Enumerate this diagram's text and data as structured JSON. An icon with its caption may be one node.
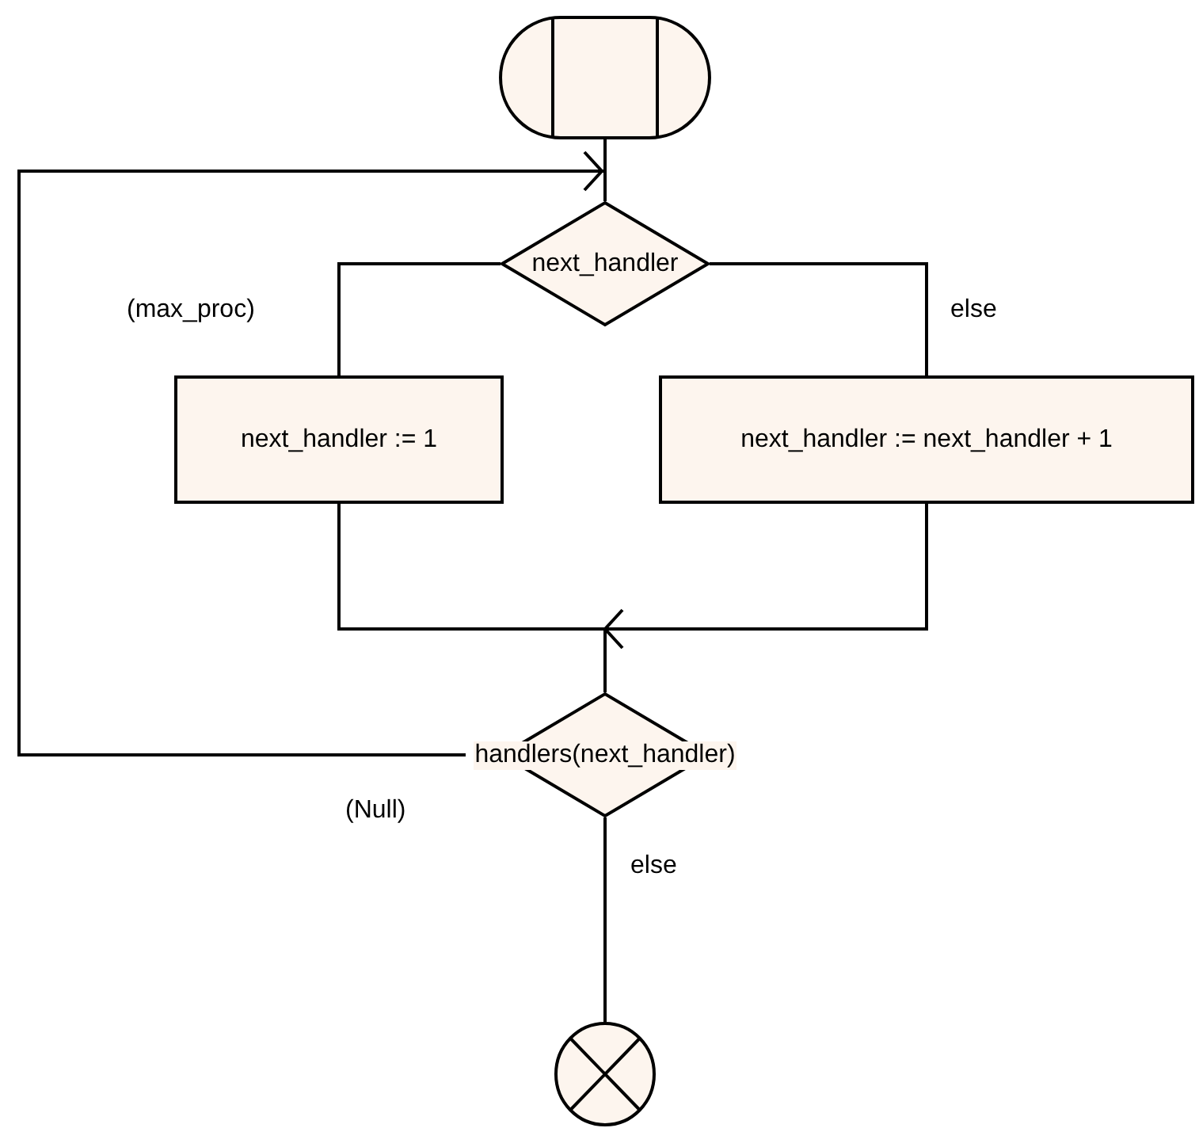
{
  "diagram": {
    "nodes": [
      {
        "text": [],
        "shape": "capsule"
      },
      {
        "text": [
          "next_handler"
        ]
      },
      {
        "text": [
          "next_handler := 1"
        ]
      },
      {
        "text": [
          "next_handler := next_handler + 1"
        ]
      },
      {
        "text": [
          "handlers(next_handler)"
        ]
      },
      {
        "text": [],
        "shape": "circle"
      }
    ],
    "edges": [
      {
        "from": 0,
        "to": 1,
        "arrow": "none"
      },
      {
        "from": 1,
        "to": 2,
        "arrow": "none",
        "label": "(max_proc)"
      },
      {
        "from": 1,
        "to": 3,
        "arrow": "none",
        "label": "else"
      },
      {
        "from": 2,
        "to": 4,
        "arrow": "none"
      },
      {
        "from": 3,
        "to": 4,
        "arrow": "to"
      },
      {
        "from": 4,
        "to": 1,
        "arrow": "to",
        "label": "(Null)"
      },
      {
        "from": 4,
        "to": 5,
        "arrow": "none",
        "label": "else"
      }
    ]
  }
}
